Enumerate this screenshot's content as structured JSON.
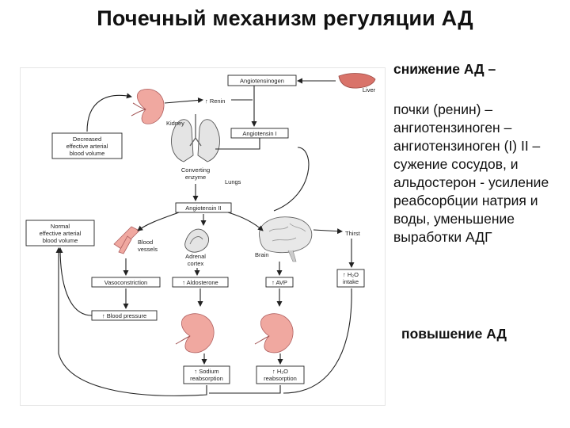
{
  "title": "Почечный механизм регуляции АД",
  "side": {
    "intro": "снижение АД –",
    "body": "почки (ренин) – ангиотензиноген – ангиотензиноген (I) II – сужение сосудов, и альдостерон - усиление реабсорбции натрия и воды, уменьшение выработки АДГ",
    "outro": "повышение АД"
  },
  "diagram": {
    "angiotensinogen": "Angiotensinogen",
    "liver": "Liver",
    "renin": "↑ Renin",
    "kidney": "Kidney",
    "angiotensin1": "Angiotensin I",
    "decreased": [
      "Decreased",
      "effective arterial",
      "blood volume"
    ],
    "converting": [
      "Converting",
      "enzyme"
    ],
    "lungs": "Lungs",
    "angiotensin2": "Angiotensin II",
    "normal": [
      "Normal",
      "effective arterial",
      "blood volume"
    ],
    "blood_vessels": [
      "Blood",
      "vessels"
    ],
    "adrenal_cortex": [
      "Adrenal",
      "cortex"
    ],
    "brain": "Brain",
    "thirst": "Thirst",
    "vasoconstriction": "Vasoconstriction",
    "aldosterone": "↑ Aldosterone",
    "avp": "↑ AVP",
    "h2o_intake": [
      "↑ H₂O",
      "intake"
    ],
    "blood_pressure": "↑ Blood pressure",
    "sodium_reabsorption": [
      "↑ Sodium",
      "reabsorption"
    ],
    "h2o_reabsorption": [
      "↑ H₂O",
      "reabsorption"
    ]
  },
  "colors": {
    "organ_fill": "#f0a8a0",
    "organ_stroke": "#b06060",
    "lung_fill": "#e4e4e4",
    "brain_fill": "#e8e8e8",
    "liver_fill": "#d9736a"
  }
}
